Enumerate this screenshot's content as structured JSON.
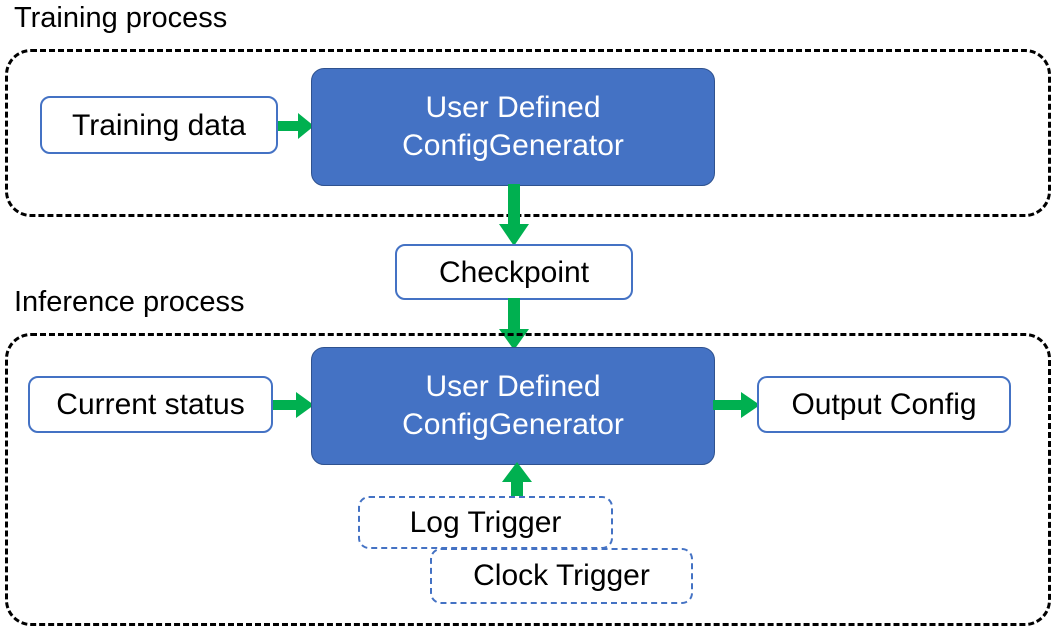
{
  "diagram": {
    "title_training": "Training process",
    "title_inference": "Inference process",
    "colors": {
      "blue_fill": "#4472C4",
      "blue_border": "#2F528F",
      "box_border": "#4472C4",
      "arrow_green": "#00B050",
      "container_dash": "#000000",
      "text_dark": "#000000",
      "text_light": "#FFFFFF"
    }
  },
  "training": {
    "section_label": "Training process",
    "data_box": "Training data",
    "generator_line1": "User Defined",
    "generator_line2": "ConfigGenerator"
  },
  "checkpoint": {
    "label": "Checkpoint"
  },
  "inference": {
    "section_label": "Inference process",
    "status_box": "Current status",
    "generator_line1": "User Defined",
    "generator_line2": "ConfigGenerator",
    "output_box": "Output Config",
    "triggers": [
      {
        "label": "Log Trigger"
      },
      {
        "label": "Clock Trigger"
      }
    ]
  },
  "arrows": [
    {
      "name": "training-data-to-generator",
      "direction": "right"
    },
    {
      "name": "generator-to-checkpoint",
      "direction": "down"
    },
    {
      "name": "checkpoint-to-generator",
      "direction": "down"
    },
    {
      "name": "current-status-to-generator",
      "direction": "right"
    },
    {
      "name": "generator-to-output",
      "direction": "right"
    },
    {
      "name": "triggers-to-generator",
      "direction": "up"
    }
  ]
}
